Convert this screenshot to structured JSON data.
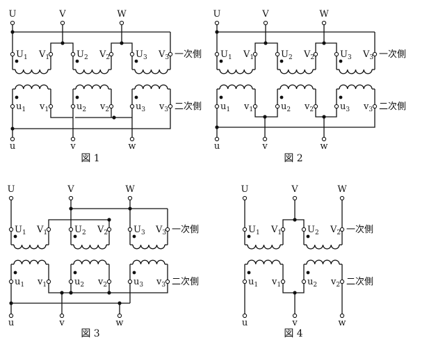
{
  "labels": {
    "primary_side": "一次側",
    "secondary_side": "二次側",
    "primary_lines": [
      "U",
      "V",
      "W"
    ],
    "secondary_lines": [
      "u",
      "v",
      "w"
    ]
  },
  "figures": [
    {
      "caption": "図 1",
      "primary_windings": [
        [
          "U",
          "1",
          "V",
          "1"
        ],
        [
          "U",
          "2",
          "V",
          "2"
        ],
        [
          "U",
          "3",
          "V",
          "3"
        ]
      ],
      "secondary_windings": [
        [
          "u",
          "1",
          "v",
          "1"
        ],
        [
          "u",
          "2",
          "v",
          "2"
        ],
        [
          "u",
          "3",
          "v",
          "3"
        ]
      ]
    },
    {
      "caption": "図 2",
      "primary_windings": [
        [
          "U",
          "1",
          "V",
          "1"
        ],
        [
          "U",
          "2",
          "V",
          "2"
        ],
        [
          "U",
          "3",
          "V",
          "3"
        ]
      ],
      "secondary_windings": [
        [
          "u",
          "1",
          "v",
          "1"
        ],
        [
          "u",
          "2",
          "v",
          "2"
        ],
        [
          "u",
          "3",
          "v",
          "3"
        ]
      ]
    },
    {
      "caption": "図 3",
      "primary_windings": [
        [
          "U",
          "1",
          "V",
          "1"
        ],
        [
          "U",
          "2",
          "V",
          "2"
        ],
        [
          "U",
          "3",
          "V",
          "3"
        ]
      ],
      "secondary_windings": [
        [
          "u",
          "1",
          "v",
          "1"
        ],
        [
          "u",
          "2",
          "v",
          "2"
        ],
        [
          "u",
          "3",
          "v",
          "3"
        ]
      ]
    },
    {
      "caption": "図 4",
      "primary_windings": [
        [
          "U",
          "1",
          "V",
          "1"
        ],
        [
          "U",
          "2",
          "V",
          "2"
        ]
      ],
      "secondary_windings": [
        [
          "u",
          "1",
          "v",
          "1"
        ],
        [
          "u",
          "2",
          "v",
          "2"
        ]
      ]
    }
  ]
}
